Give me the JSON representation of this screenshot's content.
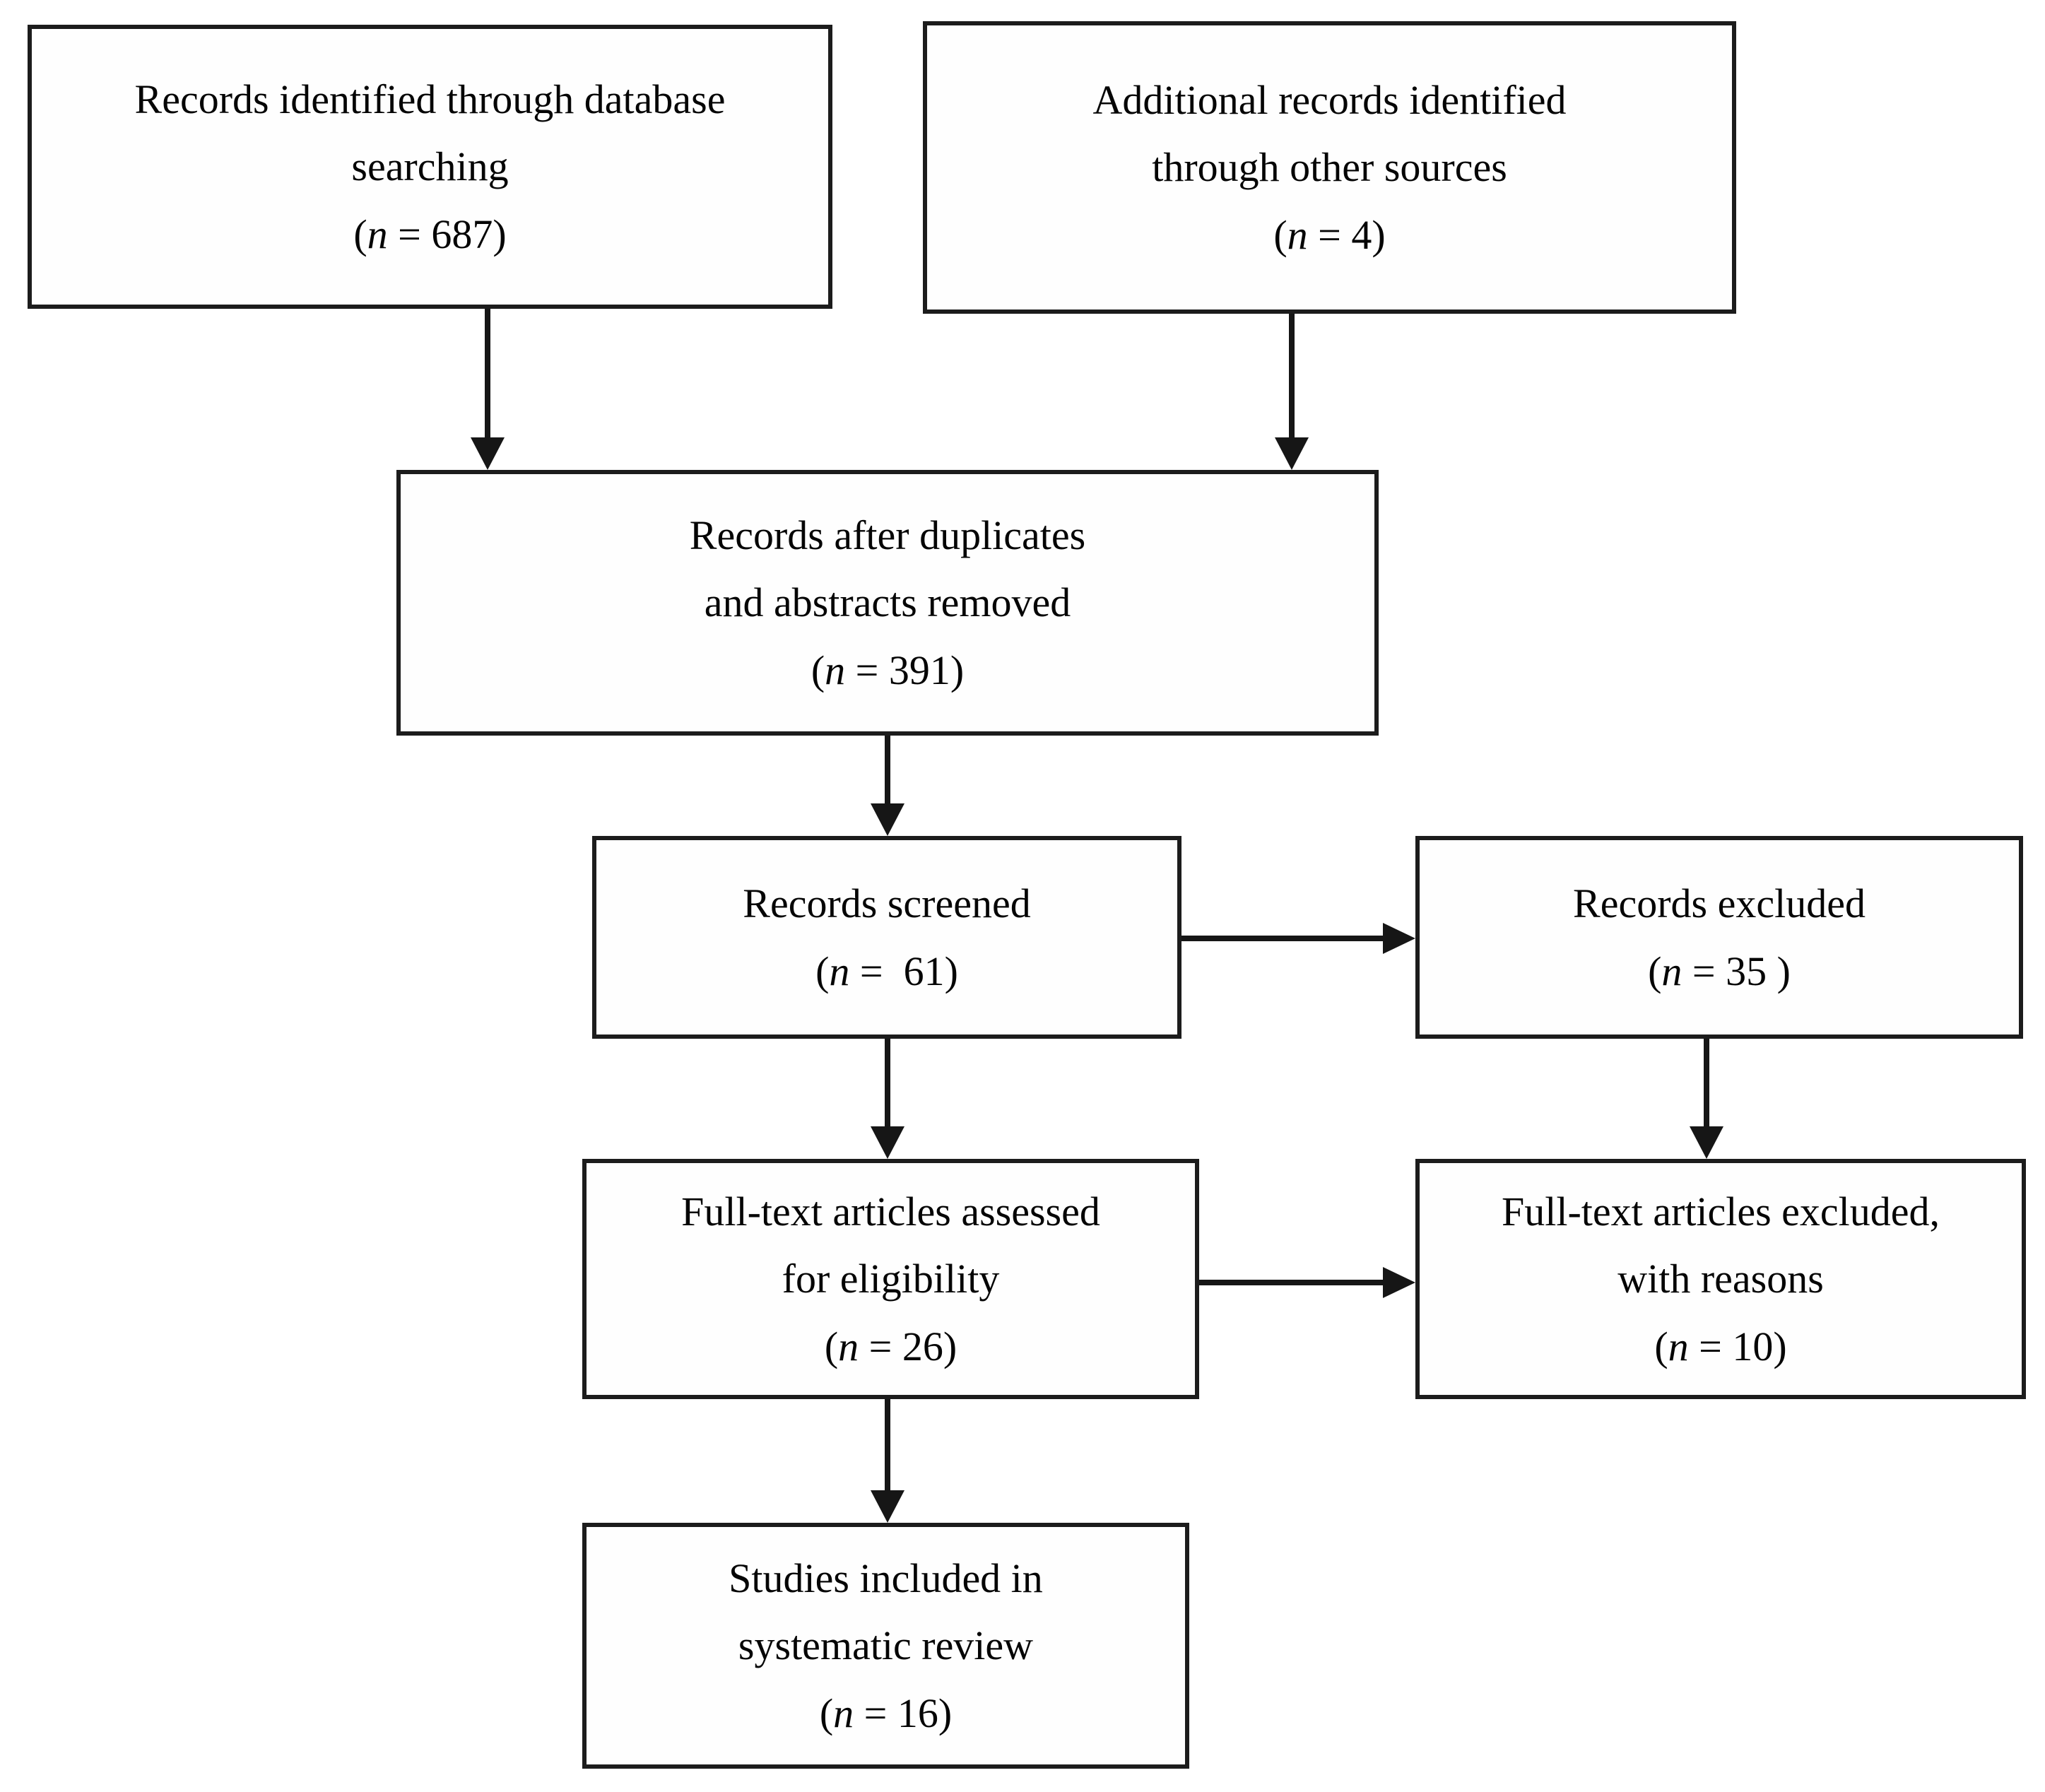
{
  "figure": {
    "type": "prisma-flow-diagram",
    "background_color": "#ffffff",
    "line_color": "#161616",
    "text_color": "#050505"
  },
  "boxes": [
    {
      "id": "records-identified-database",
      "lines": [
        "Records identified through database",
        "searching"
      ],
      "n": {
        "open": "(",
        "var": "n",
        "rest": " = 687)"
      },
      "count": 687
    },
    {
      "id": "additional-records-other-sources",
      "lines": [
        "Additional records identified",
        "through other sources"
      ],
      "n": {
        "open": "(",
        "var": "n",
        "rest": " = 4)"
      },
      "count": 4
    },
    {
      "id": "records-after-duplicates-removed",
      "lines": [
        "Records after duplicates",
        "and abstracts removed"
      ],
      "n": {
        "open": "(",
        "var": "n",
        "rest": " = 391)"
      },
      "count": 391
    },
    {
      "id": "records-screened",
      "lines": [
        "Records screened"
      ],
      "n": {
        "open": "(",
        "var": "n",
        "rest": " =  61)"
      },
      "count": 61
    },
    {
      "id": "records-excluded",
      "lines": [
        "Records excluded"
      ],
      "n": {
        "open": "(",
        "var": "n",
        "rest": " = 35 )"
      },
      "count": 35
    },
    {
      "id": "fulltext-assessed",
      "lines": [
        "Full-text articles assessed",
        "for eligibility"
      ],
      "n": {
        "open": "(",
        "var": "n",
        "rest": " = 26)"
      },
      "count": 26
    },
    {
      "id": "fulltext-excluded",
      "lines": [
        "Full-text articles excluded,",
        "with reasons"
      ],
      "n": {
        "open": "(",
        "var": "n",
        "rest": " = 10)"
      },
      "count": 10
    },
    {
      "id": "studies-included",
      "lines": [
        "Studies included in",
        "systematic review"
      ],
      "n": {
        "open": "(",
        "var": "n",
        "rest": " = 16)"
      },
      "count": 16
    }
  ],
  "arrows": [
    {
      "from": "records-identified-database",
      "to": "records-after-duplicates-removed",
      "direction": "down"
    },
    {
      "from": "additional-records-other-sources",
      "to": "records-after-duplicates-removed",
      "direction": "down"
    },
    {
      "from": "records-after-duplicates-removed",
      "to": "records-screened",
      "direction": "down"
    },
    {
      "from": "records-screened",
      "to": "records-excluded",
      "direction": "right"
    },
    {
      "from": "records-excluded",
      "to": "fulltext-excluded",
      "direction": "down"
    },
    {
      "from": "records-screened",
      "to": "fulltext-assessed",
      "direction": "down"
    },
    {
      "from": "fulltext-assessed",
      "to": "fulltext-excluded",
      "direction": "right"
    },
    {
      "from": "fulltext-assessed",
      "to": "studies-included",
      "direction": "down"
    }
  ]
}
